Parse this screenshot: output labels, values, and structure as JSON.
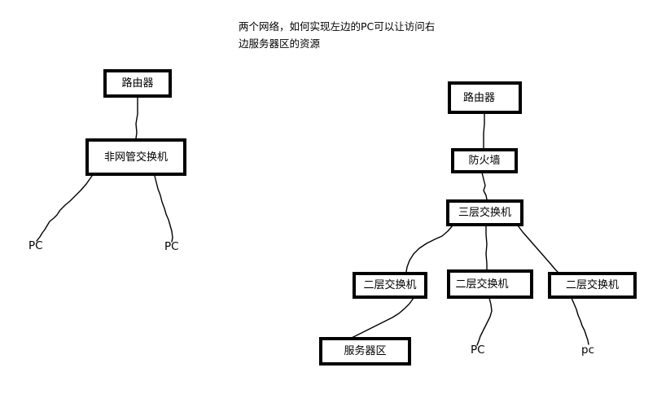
{
  "title": {
    "line1": "两个网络，如何实现左边的PC可以让访问右",
    "line2": "边服务器区的资源",
    "full": "两个网络，如何实现左边的PC可以让访问右边服务器区的资源"
  },
  "colors": {
    "background": "#ffffff",
    "stroke": "#000000",
    "text": "#000000"
  },
  "left_network": {
    "router": {
      "label": "路由器"
    },
    "switch": {
      "label": "非网管交换机"
    },
    "pc_left": {
      "label": "PC"
    },
    "pc_right": {
      "label": "PC"
    }
  },
  "right_network": {
    "router": {
      "label": "路由器"
    },
    "firewall": {
      "label": "防火墙"
    },
    "core_switch": {
      "label": "三层交换机"
    },
    "access_switch_1": {
      "label": "二层交换机"
    },
    "access_switch_2": {
      "label": "二层交换机"
    },
    "access_switch_3": {
      "label": "二层交换机"
    },
    "server_zone": {
      "label": "服务器区"
    },
    "pc_middle": {
      "label": "PC"
    },
    "pc_right": {
      "label": "pc"
    }
  }
}
